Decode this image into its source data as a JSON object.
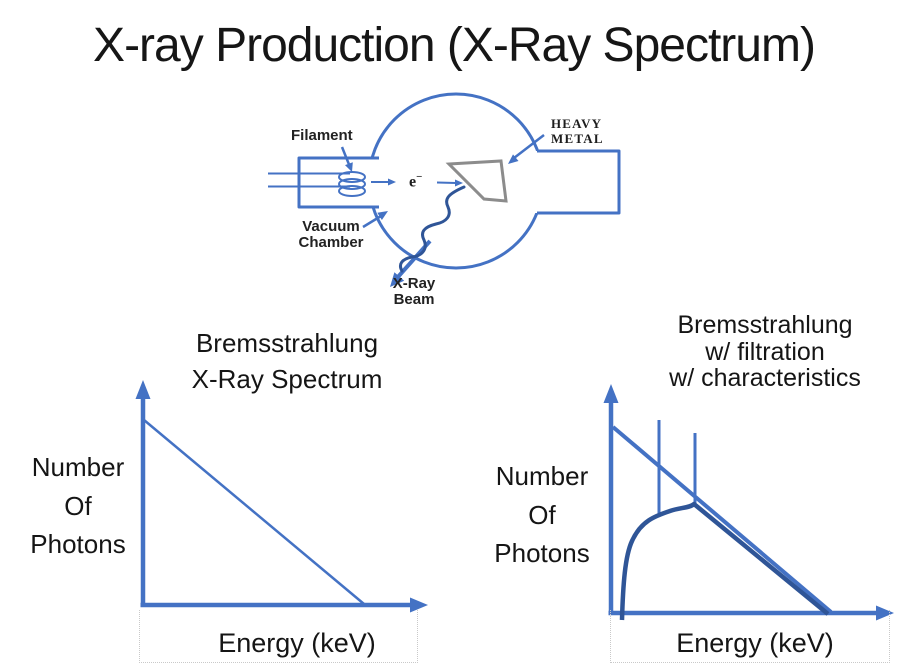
{
  "slide": {
    "title": "X-ray Production (X-Ray Spectrum)"
  },
  "colors": {
    "blue": "#4472C4",
    "dark_blue": "#2F5597",
    "target_gray": "#8C8C8C",
    "text": "#1A1A1A",
    "placeholder_dotted": "#C9C9C9"
  },
  "diagram": {
    "labels": {
      "filament": "Filament",
      "heavy_metal": [
        "HEAVY",
        "METAL"
      ],
      "vacuum": [
        "Vacuum",
        "Chamber"
      ],
      "xray_beam": [
        "X-Ray",
        "Beam"
      ],
      "electron_base": "e",
      "electron_sup": "−"
    }
  },
  "charts": {
    "left": {
      "title_lines": [
        "Bremsstrahlung",
        "X-Ray Spectrum"
      ],
      "ylabel_lines": [
        "Number",
        "Of",
        "Photons"
      ],
      "xlabel": "Energy (keV)"
    },
    "right": {
      "title_lines": [
        "Bremsstrahlung",
        "w/ filtration",
        "w/ characteristics"
      ],
      "ylabel_lines": [
        "Number",
        "Of",
        "Photons"
      ],
      "xlabel": "Energy (keV)"
    }
  },
  "chart_data": [
    {
      "type": "line",
      "title": "Bremsstrahlung X-Ray Spectrum",
      "xlabel": "Energy (keV)",
      "ylabel": "Number Of Photons",
      "axis_tick_labels": false,
      "grid": false,
      "legend": false,
      "series": [
        {
          "name": "bremsstrahlung spectrum",
          "points_pct": [
            [
              0,
              100
            ],
            [
              78,
              0
            ]
          ],
          "shape": "straight descending line from max photons at lowest energy to zero at maximum energy"
        }
      ]
    },
    {
      "type": "line",
      "title": "Bremsstrahlung w/ filtration w/ characteristics",
      "xlabel": "Energy (keV)",
      "ylabel": "Number Of Photons",
      "axis_tick_labels": false,
      "grid": false,
      "legend": false,
      "series": [
        {
          "name": "unfiltered bremsstrahlung line",
          "points_pct": [
            [
              1,
              82
            ],
            [
              78,
              0
            ]
          ]
        },
        {
          "name": "filtered bremsstrahlung curve",
          "points_pct": [
            [
              4,
              -3
            ],
            [
              6,
              25
            ],
            [
              10,
              35
            ],
            [
              16,
              43
            ],
            [
              24,
              46
            ],
            [
              30,
              48
            ],
            [
              77,
              0
            ]
          ],
          "shape": "rises steeply from low energy, rounded hump peaking near one third of axis, then descends straight alongside unfiltered line"
        },
        {
          "name": "characteristic x-ray peak 1",
          "points_pct": [
            [
              17,
              42
            ],
            [
              17,
              85
            ]
          ]
        },
        {
          "name": "characteristic x-ray peak 2",
          "points_pct": [
            [
              30,
              48
            ],
            [
              30,
              79
            ]
          ]
        }
      ]
    }
  ]
}
